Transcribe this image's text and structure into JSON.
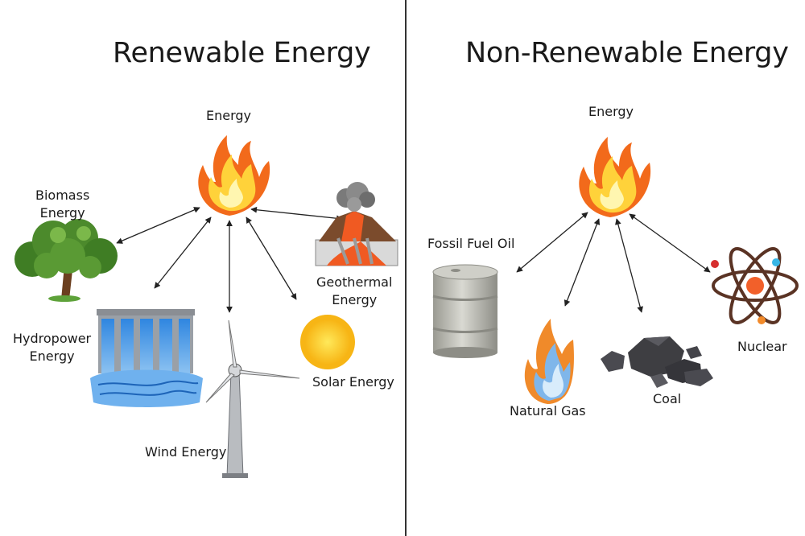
{
  "left": {
    "title": "Renewable Energy",
    "center": "Energy",
    "biomass": [
      "Biomass",
      "Energy"
    ],
    "hydro": [
      "Hydropower",
      "Energy"
    ],
    "wind": "Wind Energy",
    "solar": "Solar Energy",
    "geothermal": [
      "Geothermal",
      "Energy"
    ]
  },
  "right": {
    "title": "Non-Renewable Energy",
    "center": "Energy",
    "oil": "Fossil Fuel Oil",
    "gas": "Natural Gas",
    "coal": "Coal",
    "nuclear": "Nuclear"
  },
  "colors": {
    "divider": "#333333",
    "arrow": "#222222",
    "flame_outer": "#f26a1b",
    "flame_inner": "#ffd23a",
    "tree": "#4c8a2c",
    "water": "#3a8fe0",
    "sun": "#ffd21f",
    "lava": "#f05a22",
    "barrel": "#b8b8b0",
    "gas_flame": "#7fb6ea",
    "coal": "#3e3e42",
    "atom": "#5a3324"
  }
}
